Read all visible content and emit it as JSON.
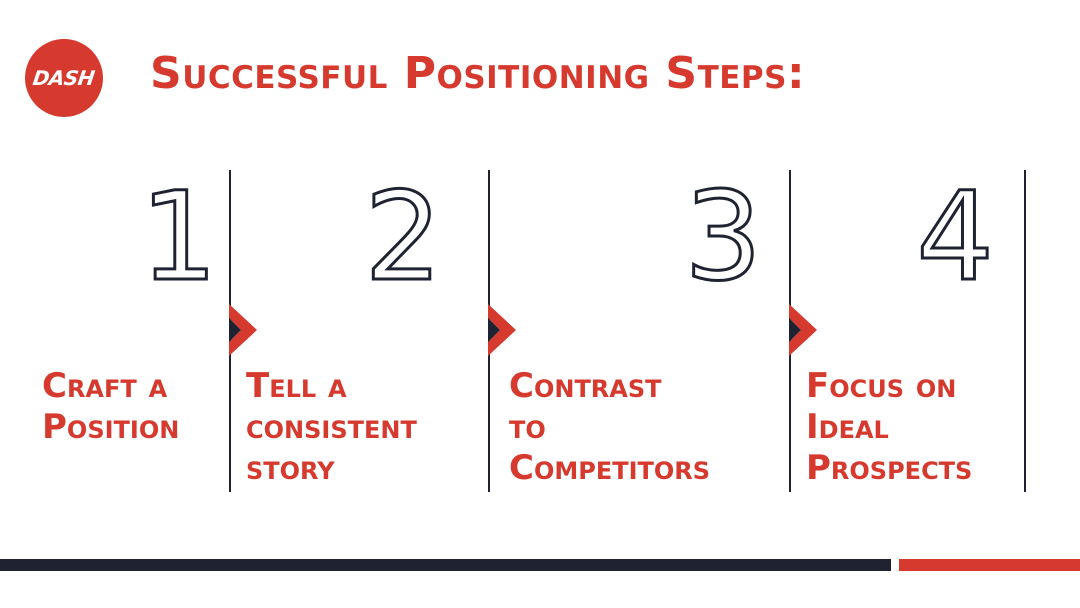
{
  "logo": {
    "text": "DASH"
  },
  "title": "Successful Positioning Steps:",
  "steps": [
    {
      "number": "1",
      "label": "Craft a\nPosition"
    },
    {
      "number": "2",
      "label": "Tell a\nconsistent\nstory"
    },
    {
      "number": "3",
      "label": "Contrast\nto\nCompetitors"
    },
    {
      "number": "4",
      "label": "Focus on\nIdeal\nProspects"
    }
  ],
  "colors": {
    "accent": "#d63a2e",
    "dark": "#1f2230",
    "background": "#ffffff"
  }
}
